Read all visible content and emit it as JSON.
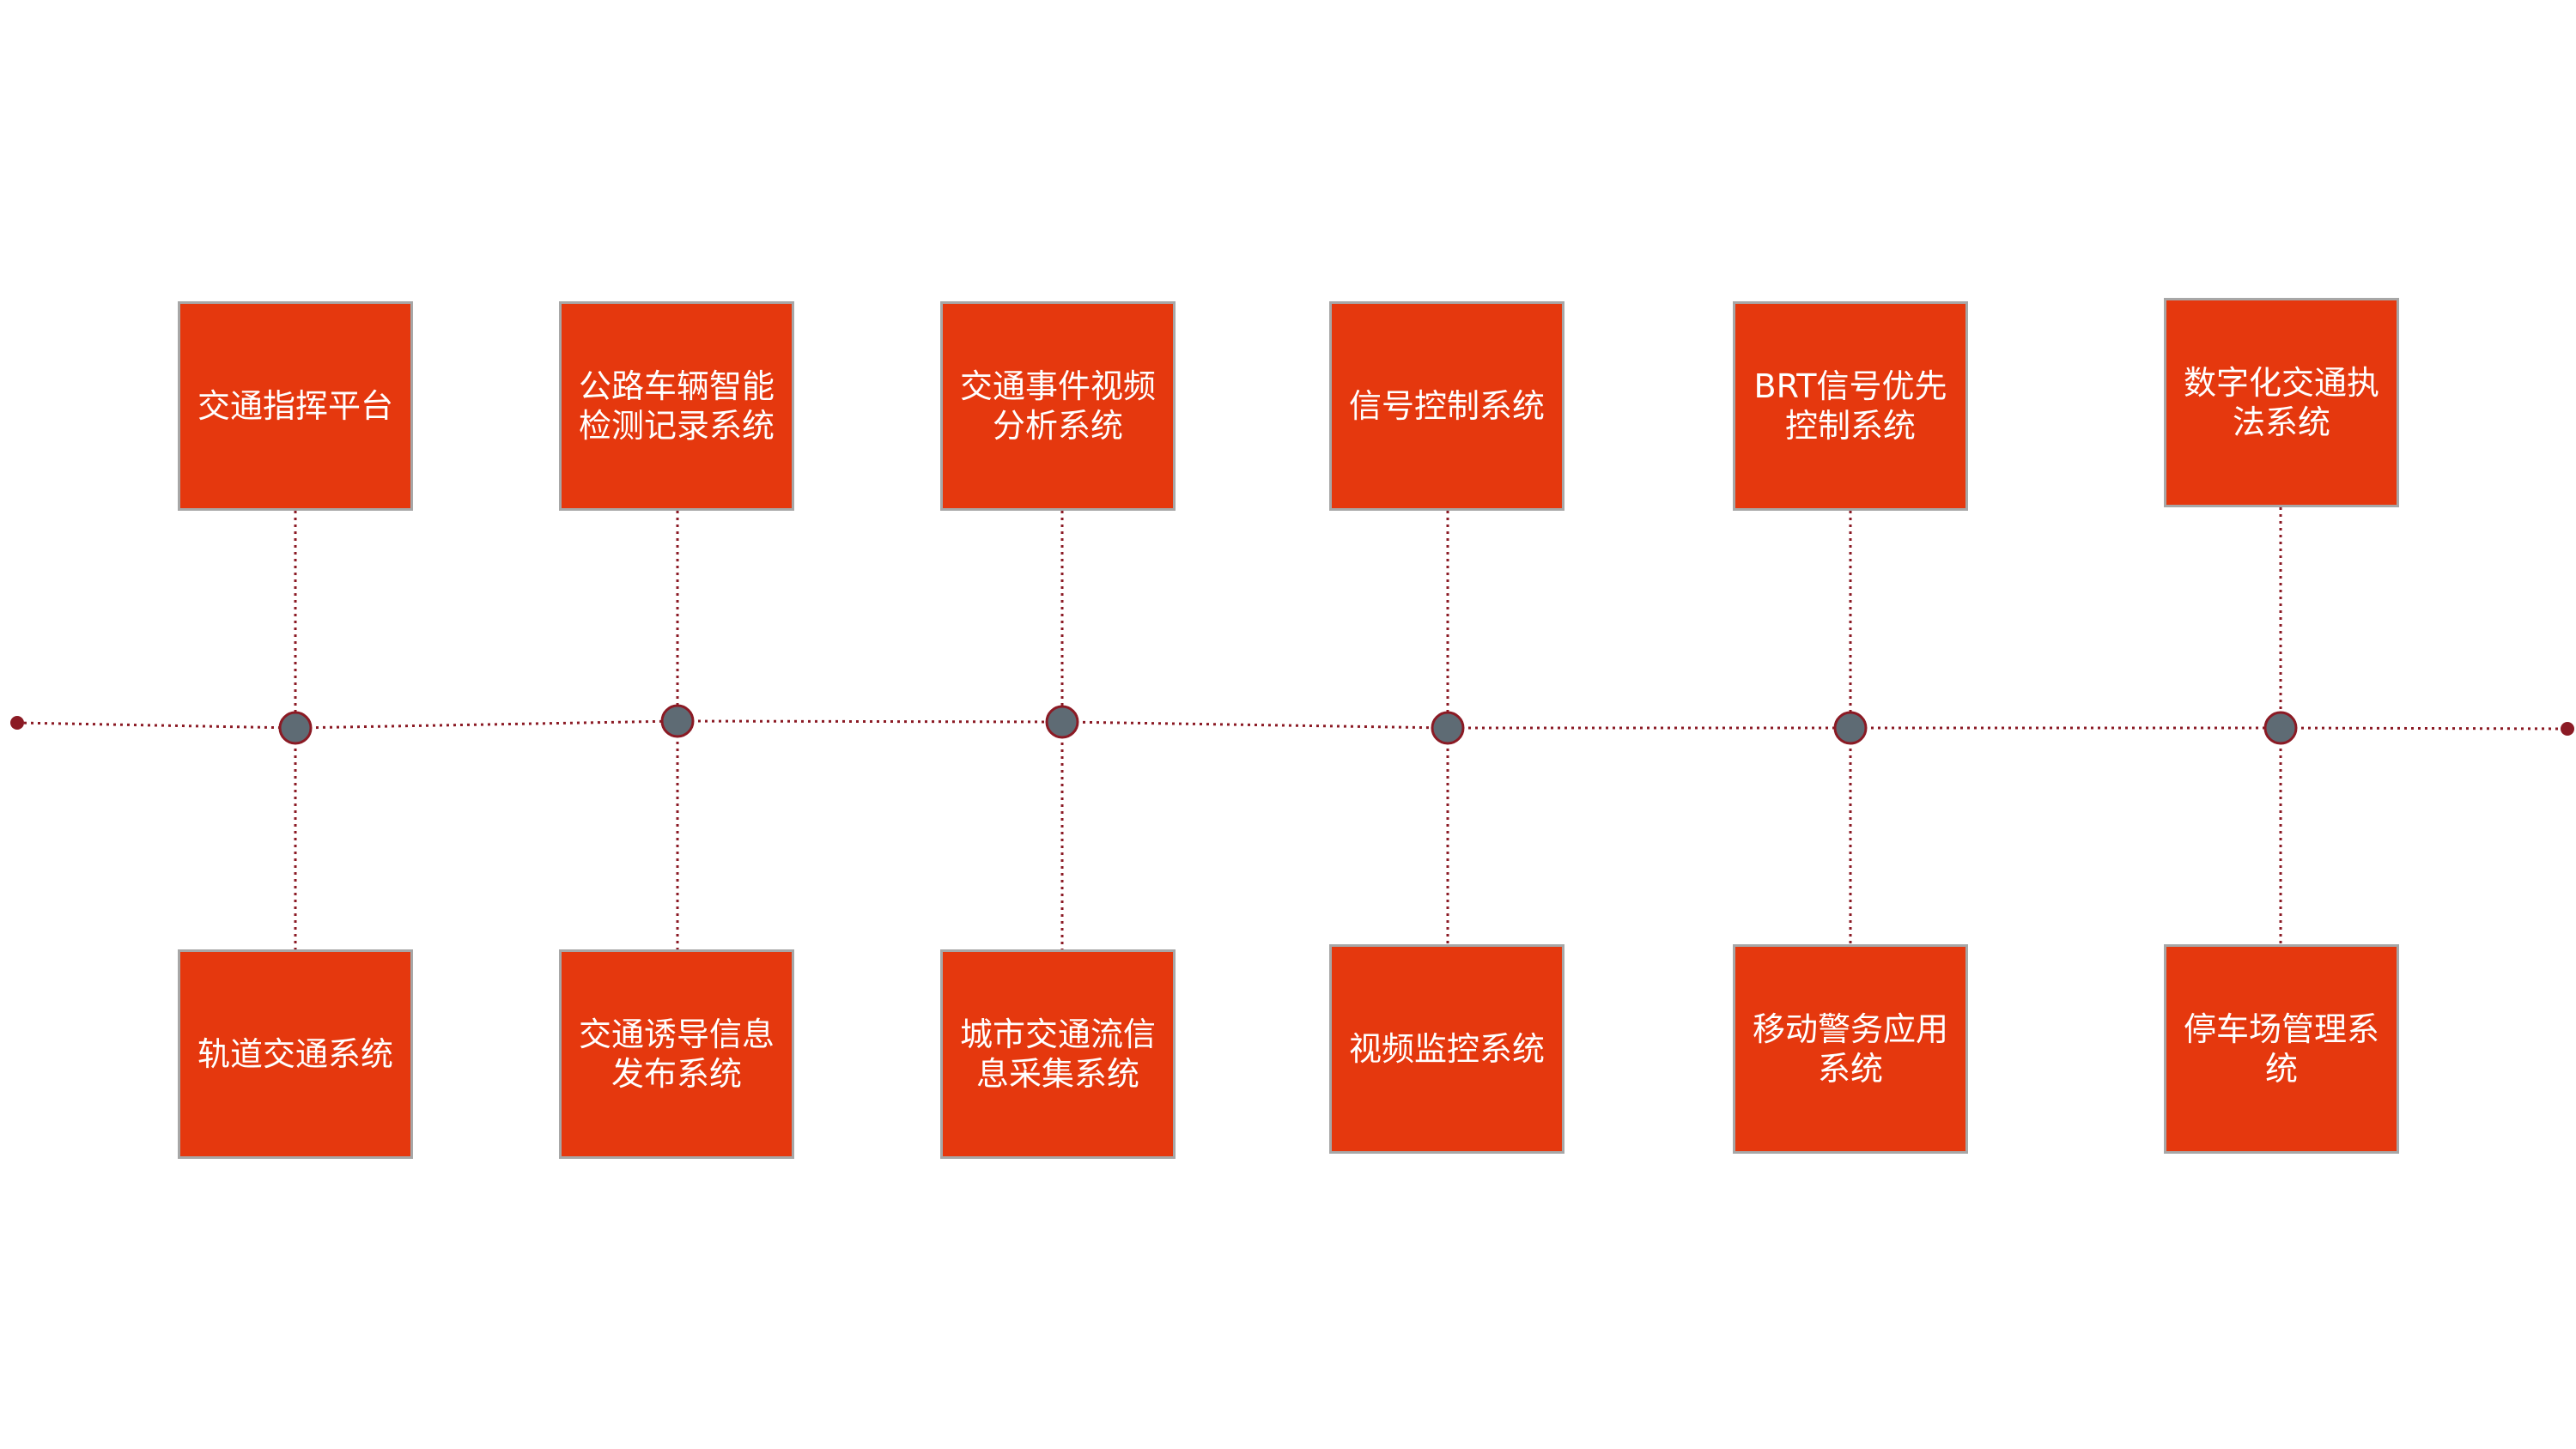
{
  "colors": {
    "box_fill": "#e5380e",
    "box_border": "#a7a7a7",
    "connector": "#8b1a24",
    "node_fill": "#5e6b74",
    "node_stroke": "#8b1a24",
    "text": "#ffffff"
  },
  "columns": [
    {
      "top": "交通指挥平台",
      "bottom": "轨道交通系统"
    },
    {
      "top": "公路车辆智能检测记录系统",
      "bottom": "交通诱导信息发布系统"
    },
    {
      "top": "交通事件视频分析系统",
      "bottom": "城市交通流信息采集系统"
    },
    {
      "top": "信号控制系统",
      "bottom": "视频监控系统"
    },
    {
      "top": "BRT信号优先控制系统",
      "bottom": "移动警务应用系统"
    },
    {
      "top": "数字化交通执法系统",
      "bottom": "停车场管理系统"
    }
  ]
}
